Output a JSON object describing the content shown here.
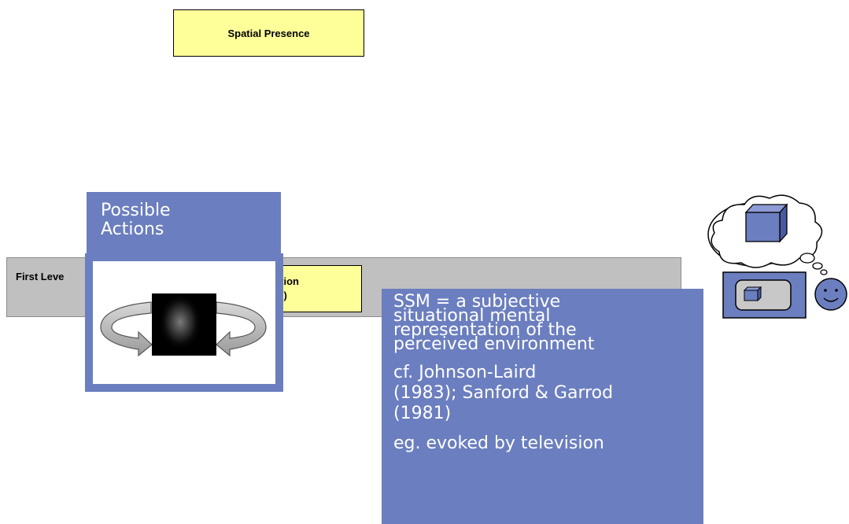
{
  "spatial_presence": {
    "label": "Spatial Presence"
  },
  "first_level": {
    "label": "First Leve"
  },
  "ssm_box": {
    "line1": "uation",
    "line2": "SM)"
  },
  "possible_actions": {
    "title_line1": "Possible",
    "title_line2": "Actions"
  },
  "definition": {
    "lines": [
      "SSM = a subjective",
      "situational mental",
      "representation of the",
      "perceived environment"
    ],
    "reference_lines": [
      "cf.  Johnson-Laird",
      "(1983); Sanford & Garrod",
      "(1981)"
    ],
    "example": "eg. evoked by television"
  },
  "colors": {
    "panel_blue": "#6b7ebf",
    "box_yellow": "#ffff99",
    "band_gray": "#c0c0c0"
  },
  "icons": [
    "rotation-arrows-icon",
    "thought-bubble-icon",
    "smiley-face-icon",
    "cube-icon",
    "television-icon"
  ]
}
